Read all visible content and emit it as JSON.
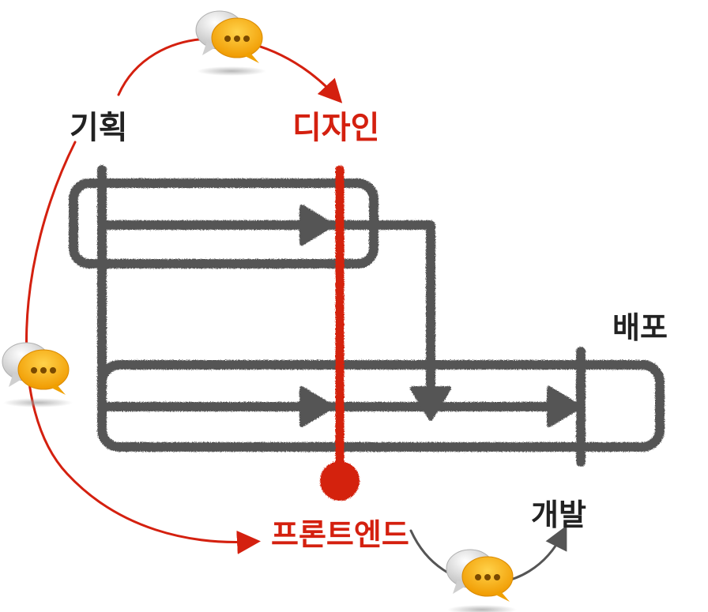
{
  "labels": {
    "planning": "기획",
    "design": "디자인",
    "deploy": "배포",
    "frontend": "프론트엔드",
    "development": "개발"
  },
  "colors": {
    "flow_gray": "#555555",
    "accent_red": "#d4200f",
    "label_black": "#222222",
    "bubble_silver": "#d8d8d8",
    "bubble_orange": "#f6a800"
  },
  "icons": {
    "speech_bubble": "chat-bubble-icon"
  }
}
